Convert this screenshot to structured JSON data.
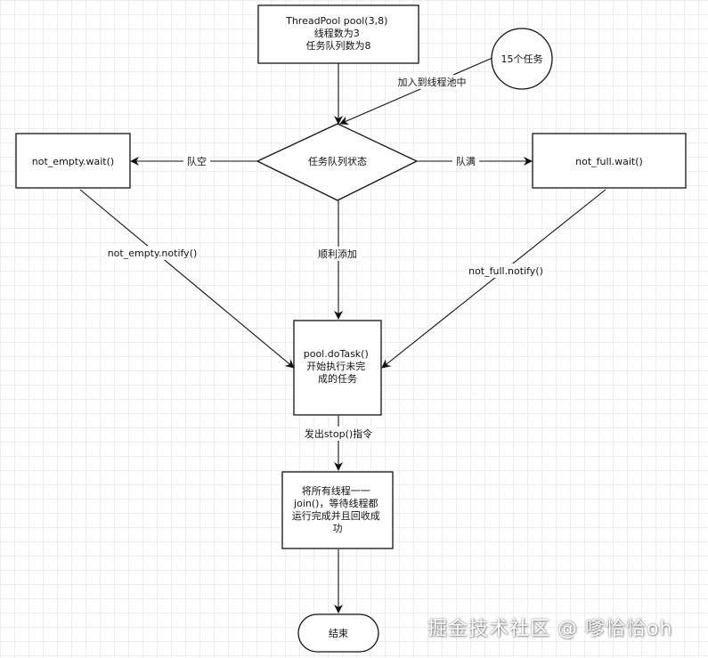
{
  "nodes": {
    "start_box": {
      "lines": [
        "ThreadPool pool(3,8)",
        "线程数为3",
        "任务队列数为8"
      ]
    },
    "tasks_circle": {
      "lines": [
        "15个任务"
      ]
    },
    "queue_state": {
      "lines": [
        "任务队列状态"
      ]
    },
    "not_empty_wait": {
      "lines": [
        "not_empty.wait()"
      ]
    },
    "not_full_wait": {
      "lines": [
        "not_full.wait()"
      ]
    },
    "do_task": {
      "lines": [
        "pool.doTask()",
        "开始执行未完",
        "成的任务"
      ]
    },
    "join_box": {
      "lines": [
        "将所有线程一一",
        "join()，等待线程都",
        "运行完成并且回收成",
        "功"
      ]
    },
    "end": {
      "lines": [
        "结束"
      ]
    }
  },
  "edges": {
    "add_to_pool": "加入到线程池中",
    "queue_empty": "队空",
    "queue_full": "队满",
    "add_success": "顺利添加",
    "not_empty_notify": "not_empty.notify()",
    "not_full_notify": "not_full.notify()",
    "stop_cmd": "发出stop()指令"
  },
  "watermark": "掘金技术社区 @ 嗲恰恰oh"
}
